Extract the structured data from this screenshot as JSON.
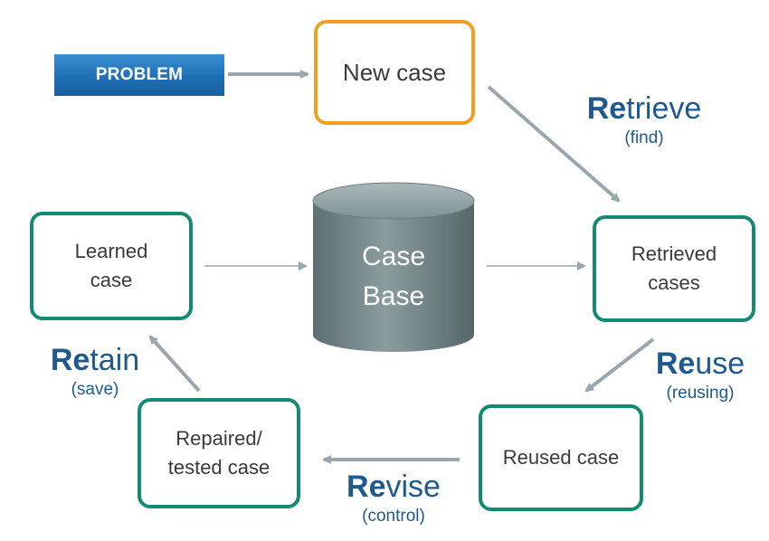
{
  "problem": {
    "label": "PROBLEM"
  },
  "cases": {
    "new_case": "New case",
    "retrieved_line1": "Retrieved",
    "retrieved_line2": "cases",
    "reused": "Reused case",
    "repaired_line1": "Repaired/",
    "repaired_line2": "tested case",
    "learned_line1": "Learned",
    "learned_line2": "case"
  },
  "case_base": {
    "line1": "Case",
    "line2": "Base"
  },
  "stages": {
    "retrieve": {
      "prefix": "Re",
      "rest": "trieve",
      "sub": "(find)"
    },
    "reuse": {
      "prefix": "Re",
      "rest": "use",
      "sub": "(reusing)"
    },
    "revise": {
      "prefix": "Re",
      "rest": "vise",
      "sub": "(control)"
    },
    "retain": {
      "prefix": "Re",
      "rest": "tain",
      "sub": "(save)"
    }
  },
  "colors": {
    "case_border": "#138a72",
    "new_case_border": "#f0a020",
    "problem_fill": "#1f6fb5",
    "stage_text": "#1f5a8f",
    "arrow": "#9aa6ad",
    "cylinder": "#6f8284"
  }
}
